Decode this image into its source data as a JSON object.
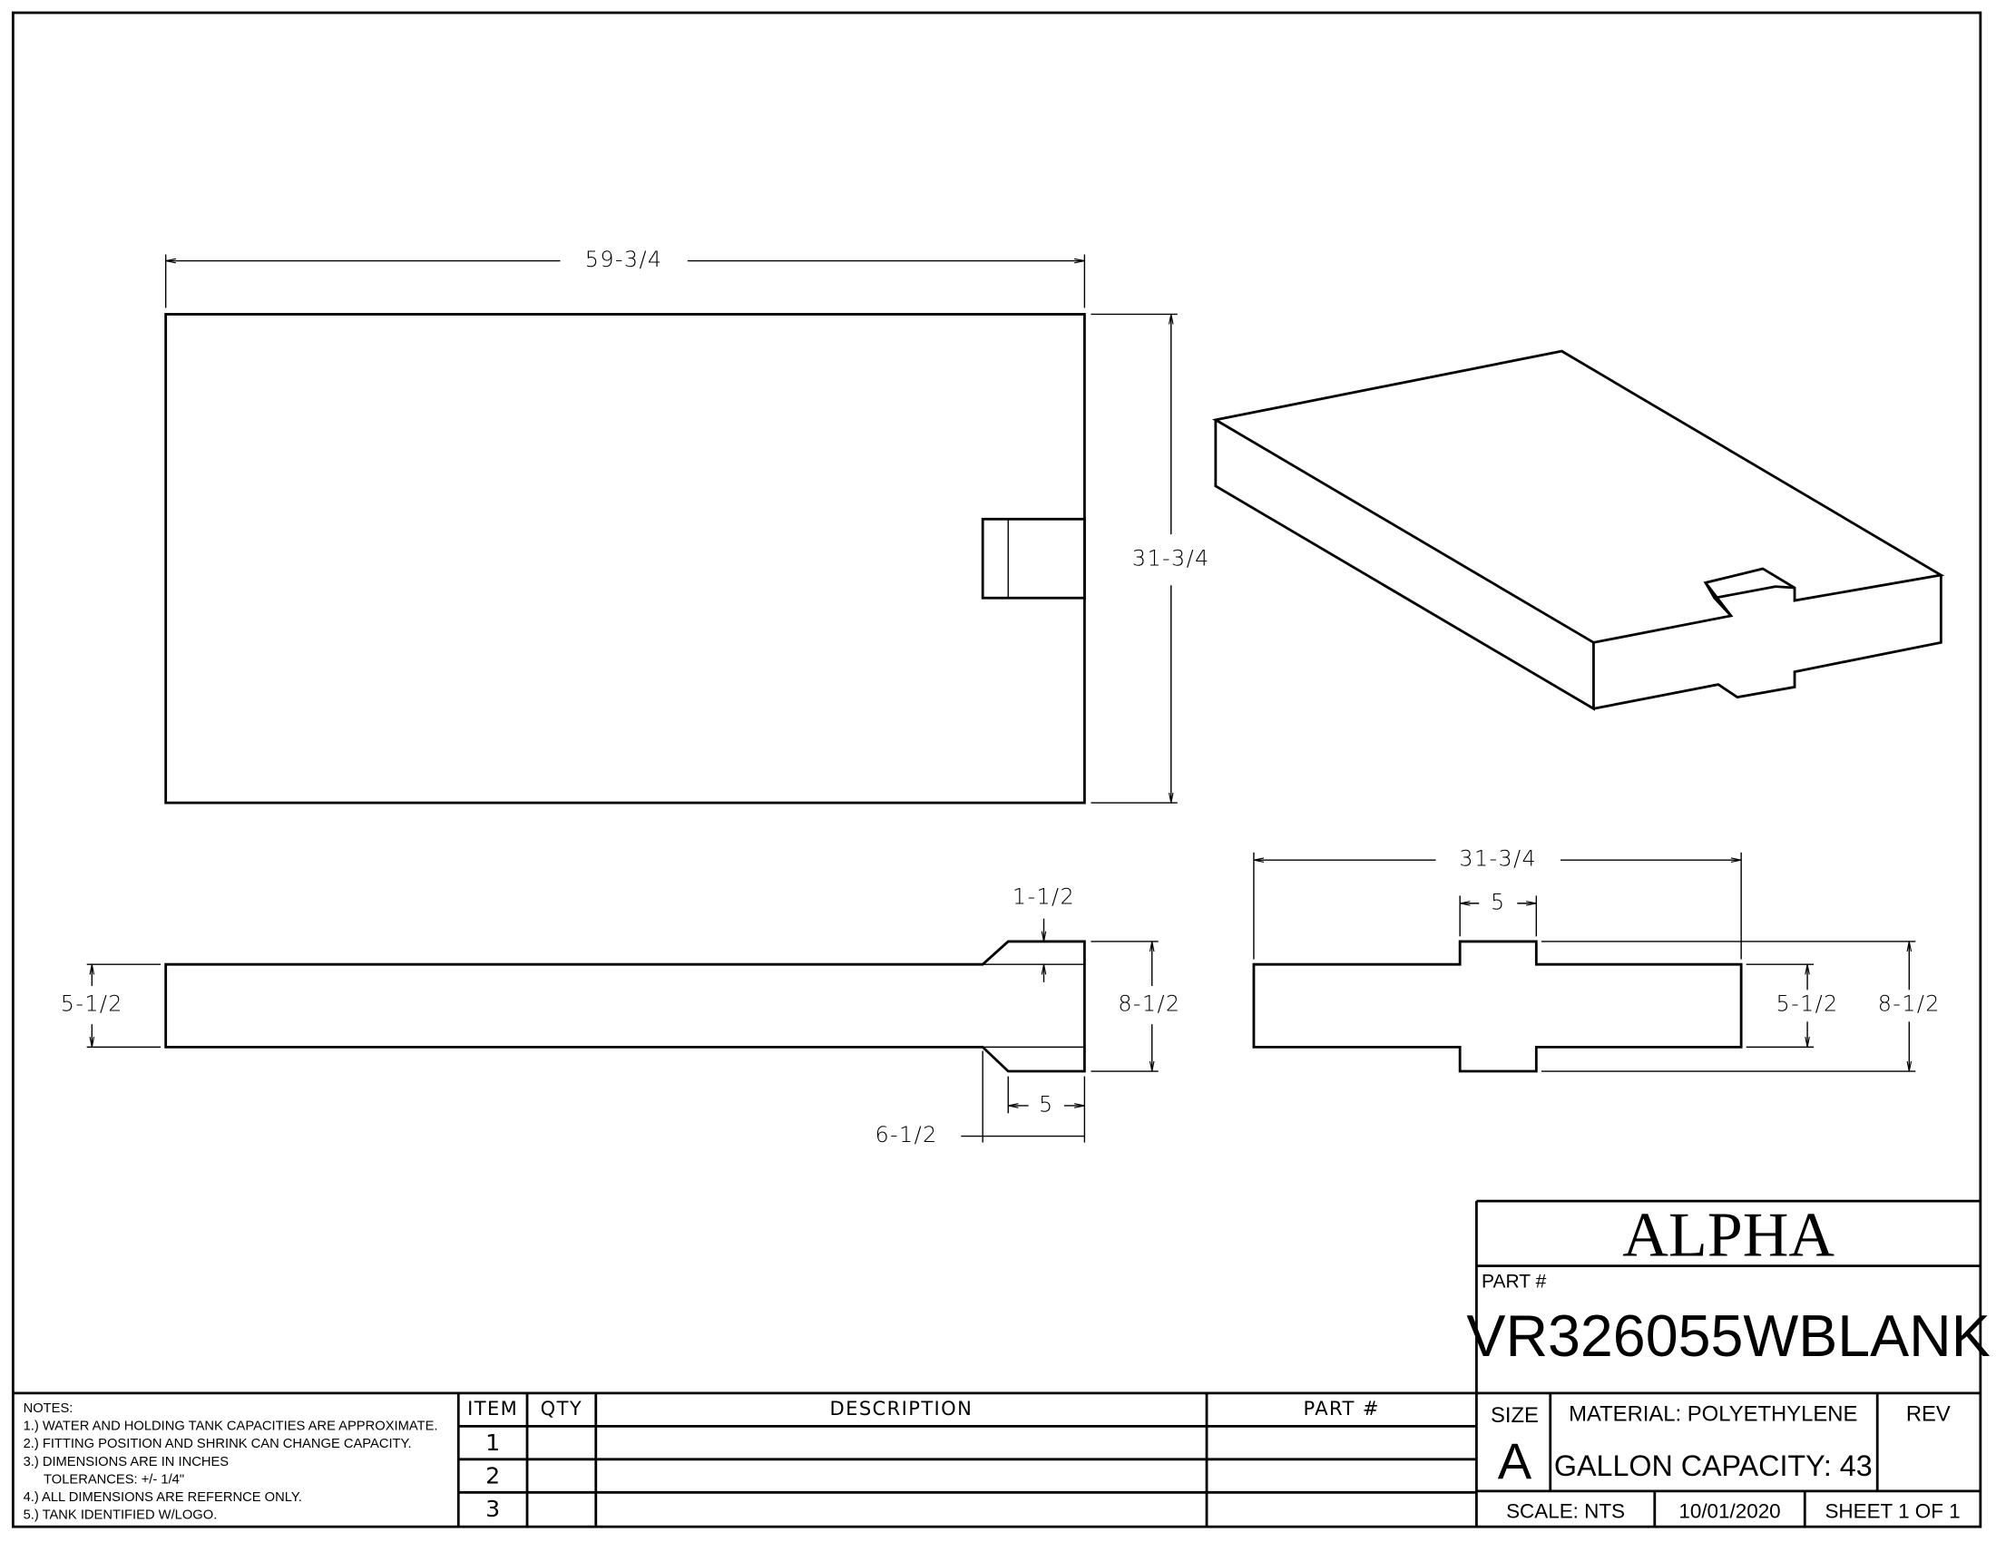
{
  "dimensions": {
    "top_length": "59-3/4",
    "top_width": "31-3/4",
    "side_height": "5-1/2",
    "side_total_height": "8-1/2",
    "side_step": "1-1/2",
    "side_tab_length": "5",
    "side_offset": "6-1/2",
    "end_width": "31-3/4",
    "end_tab_width": "5",
    "end_height": "5-1/2",
    "end_total_height": "8-1/2"
  },
  "notes": {
    "title": "NOTES:",
    "lines": [
      "1.) WATER AND HOLDING TANK CAPACITIES ARE APPROXIMATE.",
      "2.) FITTING POSITION AND SHRINK CAN CHANGE CAPACITY.",
      "3.) DIMENSIONS ARE IN INCHES",
      "TOLERANCES: +/- 1/4\"",
      "4.) ALL DIMENSIONS ARE REFERNCE ONLY.",
      "5.) TANK IDENTIFIED W/LOGO."
    ]
  },
  "parts_list": {
    "headers": [
      "ITEM",
      "QTY",
      "DESCRIPTION",
      "PART #"
    ],
    "rows": [
      {
        "item": "1",
        "qty": "",
        "description": "",
        "part": ""
      },
      {
        "item": "2",
        "qty": "",
        "description": "",
        "part": ""
      },
      {
        "item": "3",
        "qty": "",
        "description": "",
        "part": ""
      }
    ]
  },
  "title_block": {
    "company": "ALPHA",
    "part_label": "PART #",
    "part_number": "VR326055WBLANK",
    "size_label": "SIZE",
    "size": "A",
    "material": "MATERIAL:  POLYETHYLENE",
    "capacity": "GALLON CAPACITY: 43",
    "rev_label": "REV",
    "scale": "SCALE:  NTS",
    "date": "10/01/2020",
    "sheet": "SHEET 1 OF 1"
  }
}
